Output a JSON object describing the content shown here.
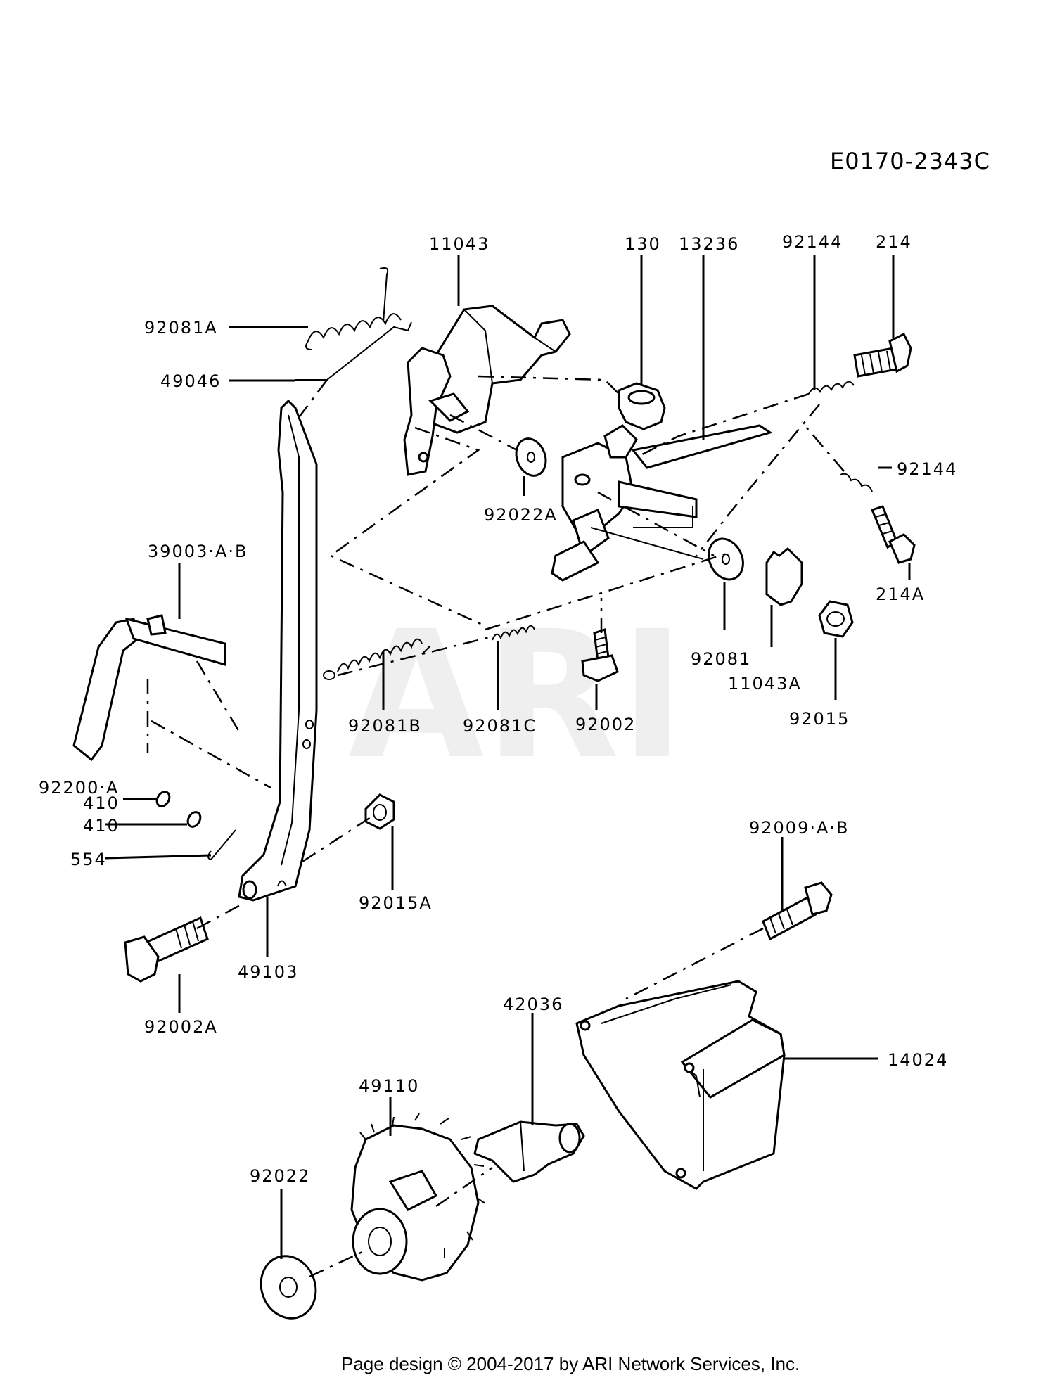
{
  "diagram_code": "E0170-2343C",
  "watermark": "ARI",
  "footer": "Page design © 2004-2017 by ARI Network Services, Inc.",
  "labels": {
    "p11043": "11043",
    "p130": "130",
    "p13236": "13236",
    "p92144_top": "92144",
    "p214": "214",
    "p92081A": "92081A",
    "p49046": "49046",
    "p92144_right": "92144",
    "p92022A": "92022A",
    "p39003": "39003·A·B",
    "p214A": "214A",
    "p92081": "92081",
    "p11043A": "11043A",
    "p92002": "92002",
    "p92081B": "92081B",
    "p92081C": "92081C",
    "p92015": "92015",
    "p92200": "92200·A",
    "p410a": "410",
    "p410b": "410",
    "p554": "554",
    "p92015A": "92015A",
    "p92009": "92009·A·B",
    "p49103": "49103",
    "p92002A": "92002A",
    "p42036": "42036",
    "p14024": "14024",
    "p49110": "49110",
    "p92022": "92022"
  }
}
